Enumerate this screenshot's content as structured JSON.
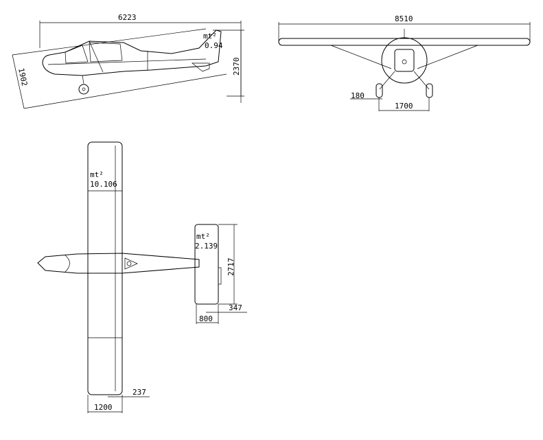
{
  "side_view": {
    "length": "6223",
    "height": "2370",
    "diagonal": "1902",
    "tail_area_label": "mt²",
    "tail_area_value": "0.94"
  },
  "front_view": {
    "span": "8510",
    "wheel_width": "180",
    "track": "1700"
  },
  "top_view": {
    "wing_area_label": "mt²",
    "wing_area_value": "10.106",
    "stab_area_label": "mt²",
    "stab_area_value": "2.139",
    "stab_span": "2717",
    "stab_chord": "800",
    "elevator_chord": "347",
    "wing_chord": "1200",
    "aileron_chord": "237"
  },
  "colors": {
    "line": "#000000",
    "background": "#ffffff"
  }
}
